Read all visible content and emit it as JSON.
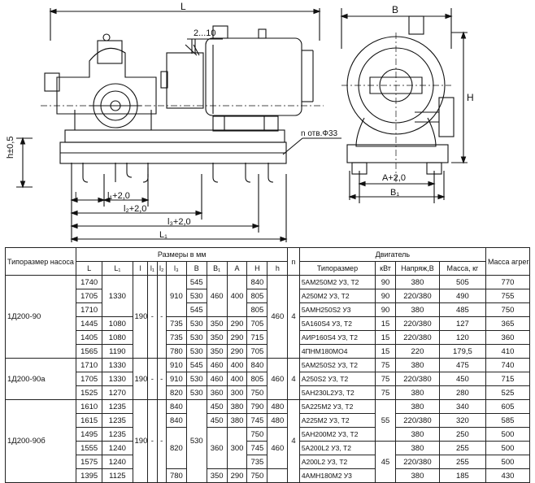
{
  "drawing": {
    "dims": {
      "L": "L",
      "B": "B",
      "range": "2...10",
      "H": "H",
      "h": "h±0,5",
      "l": "l",
      "l1": "l₁+2,0",
      "l2": "l₂+2,0",
      "l3": "l₃+2,0",
      "L1": "L₁",
      "A": "A+2,0",
      "B1": "B₁",
      "holes": "n отв.Ф33"
    }
  },
  "table": {
    "headers": {
      "pump": "Типоразмер насоса",
      "sizes": "Размеры в мм",
      "L": "L",
      "L1": "L₁",
      "l": "l",
      "l1": "l₁",
      "l2": "l₂",
      "l3": "l₃",
      "B": "B",
      "B1": "B₁",
      "A": "A",
      "H": "H",
      "h": "h",
      "n": "n",
      "motor": "Двигатель",
      "motor_type": "Типоразмер",
      "kw": "кВт",
      "voltage": "Напряж,В",
      "motor_mass": "Масса, кг",
      "unit_mass": "Масса агрегата кг"
    },
    "rows": [
      [
        "1740",
        "",
        "",
        "",
        "",
        "",
        "545",
        "",
        "",
        "840",
        "",
        "",
        "5АМ250М2 У3, Т2",
        "90",
        "380",
        "505",
        "770"
      ],
      [
        "1705",
        "1330",
        "",
        "",
        "",
        "910",
        "530",
        "460",
        "400",
        "805",
        "",
        "",
        "А250М2 У3, Т2",
        "90",
        "220/380",
        "490",
        "755"
      ],
      [
        "1710",
        "",
        "",
        "",
        "",
        "",
        "545",
        "",
        "",
        "805",
        "",
        "",
        "5АМН250S2 У3",
        "90",
        "380",
        "485",
        "750"
      ],
      [
        "1445",
        "1080",
        "",
        "",
        "",
        "735",
        "530",
        "350",
        "290",
        "705",
        "",
        "",
        "5А160S4 У3, Т2",
        "15",
        "220/380",
        "127",
        "365"
      ],
      [
        "1405",
        "1080",
        "",
        "",
        "",
        "735",
        "530",
        "350",
        "290",
        "715",
        "",
        "",
        "АИР160S4 У3, Т2",
        "15",
        "220/380",
        "120",
        "360"
      ],
      [
        "1565",
        "1190",
        "",
        "",
        "",
        "780",
        "530",
        "350",
        "290",
        "705",
        "",
        "",
        "4ПНМ180МО4",
        "15",
        "220",
        "179,5",
        "410"
      ],
      [
        "1710",
        "1330",
        "",
        "",
        "",
        "910",
        "545",
        "460",
        "400",
        "840",
        "",
        "",
        "5АМ250S2 У3, Т2",
        "75",
        "380",
        "475",
        "740"
      ],
      [
        "1705",
        "1330",
        "",
        "",
        "",
        "910",
        "530",
        "460",
        "400",
        "805",
        "",
        "",
        "А250S2 У3, Т2",
        "75",
        "220/380",
        "450",
        "715"
      ],
      [
        "1525",
        "1270",
        "",
        "",
        "",
        "820",
        "530",
        "360",
        "300",
        "750",
        "",
        "",
        "5АН230L2У3, Т2",
        "75",
        "380",
        "280",
        "525"
      ],
      [
        "1610",
        "1235",
        "",
        "",
        "",
        "840",
        "",
        "450",
        "380",
        "790",
        "480",
        "",
        "5А225М2 У3, Т2",
        "",
        "380",
        "340",
        "605"
      ],
      [
        "1615",
        "1235",
        "",
        "",
        "",
        "840",
        "",
        "450",
        "380",
        "745",
        "480",
        "",
        "А225М2 У3, Т2",
        "",
        "220/380",
        "320",
        "585"
      ],
      [
        "1495",
        "1235",
        "",
        "",
        "",
        "",
        "",
        "",
        "",
        "750",
        "",
        "",
        "5АН200М2 У3, Т2",
        "",
        "380",
        "250",
        "500"
      ],
      [
        "1555",
        "1240",
        "",
        "",
        "",
        "",
        "",
        "",
        "",
        "745",
        "460",
        "",
        "5А200L2 У3, Т2",
        "",
        "380",
        "255",
        "500"
      ],
      [
        "1575",
        "1240",
        "",
        "",
        "",
        "",
        "",
        "",
        "",
        "735",
        "",
        "",
        "А200L2 У3, Т2",
        "",
        "220/380",
        "255",
        "500"
      ],
      [
        "1395",
        "1125",
        "",
        "",
        "",
        "780",
        "",
        "350",
        "290",
        "750",
        "",
        "",
        "4АМН180М2 У3",
        "",
        "380",
        "185",
        "430"
      ]
    ],
    "groups": [
      {
        "name": "1Д200-90",
        "l": "190",
        "l1": "-",
        "l2": "-",
        "h": "460",
        "n": "4"
      },
      {
        "name": "1Д200-90а",
        "l": "190",
        "l1": "-",
        "l2": "-",
        "h": "460",
        "n": "4"
      },
      {
        "name": "1Д200-90б",
        "l": "190",
        "l1": "-",
        "l2": "-",
        "B_shared": "530",
        "l3_shared": "820",
        "B1_shared": "360",
        "A_shared": "300",
        "n": "4",
        "kw_a": "55",
        "kw_b": "45"
      }
    ]
  }
}
